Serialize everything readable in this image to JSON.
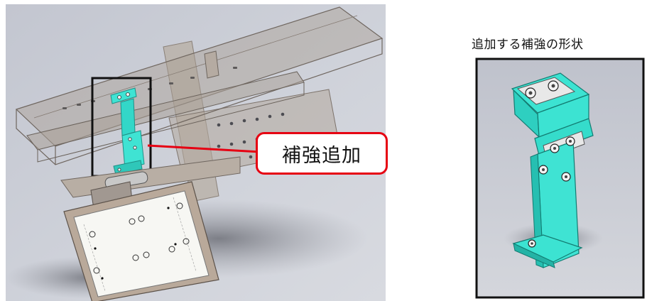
{
  "callout": {
    "label": "補強追加"
  },
  "detail": {
    "title": "追加する補強の形状"
  },
  "colors": {
    "accent_red": "#e60012",
    "bracket_cyan": "#33e0d0",
    "background_gray": "#c9ccd6"
  },
  "icons": [
    "assembly-render",
    "bracket-render"
  ]
}
